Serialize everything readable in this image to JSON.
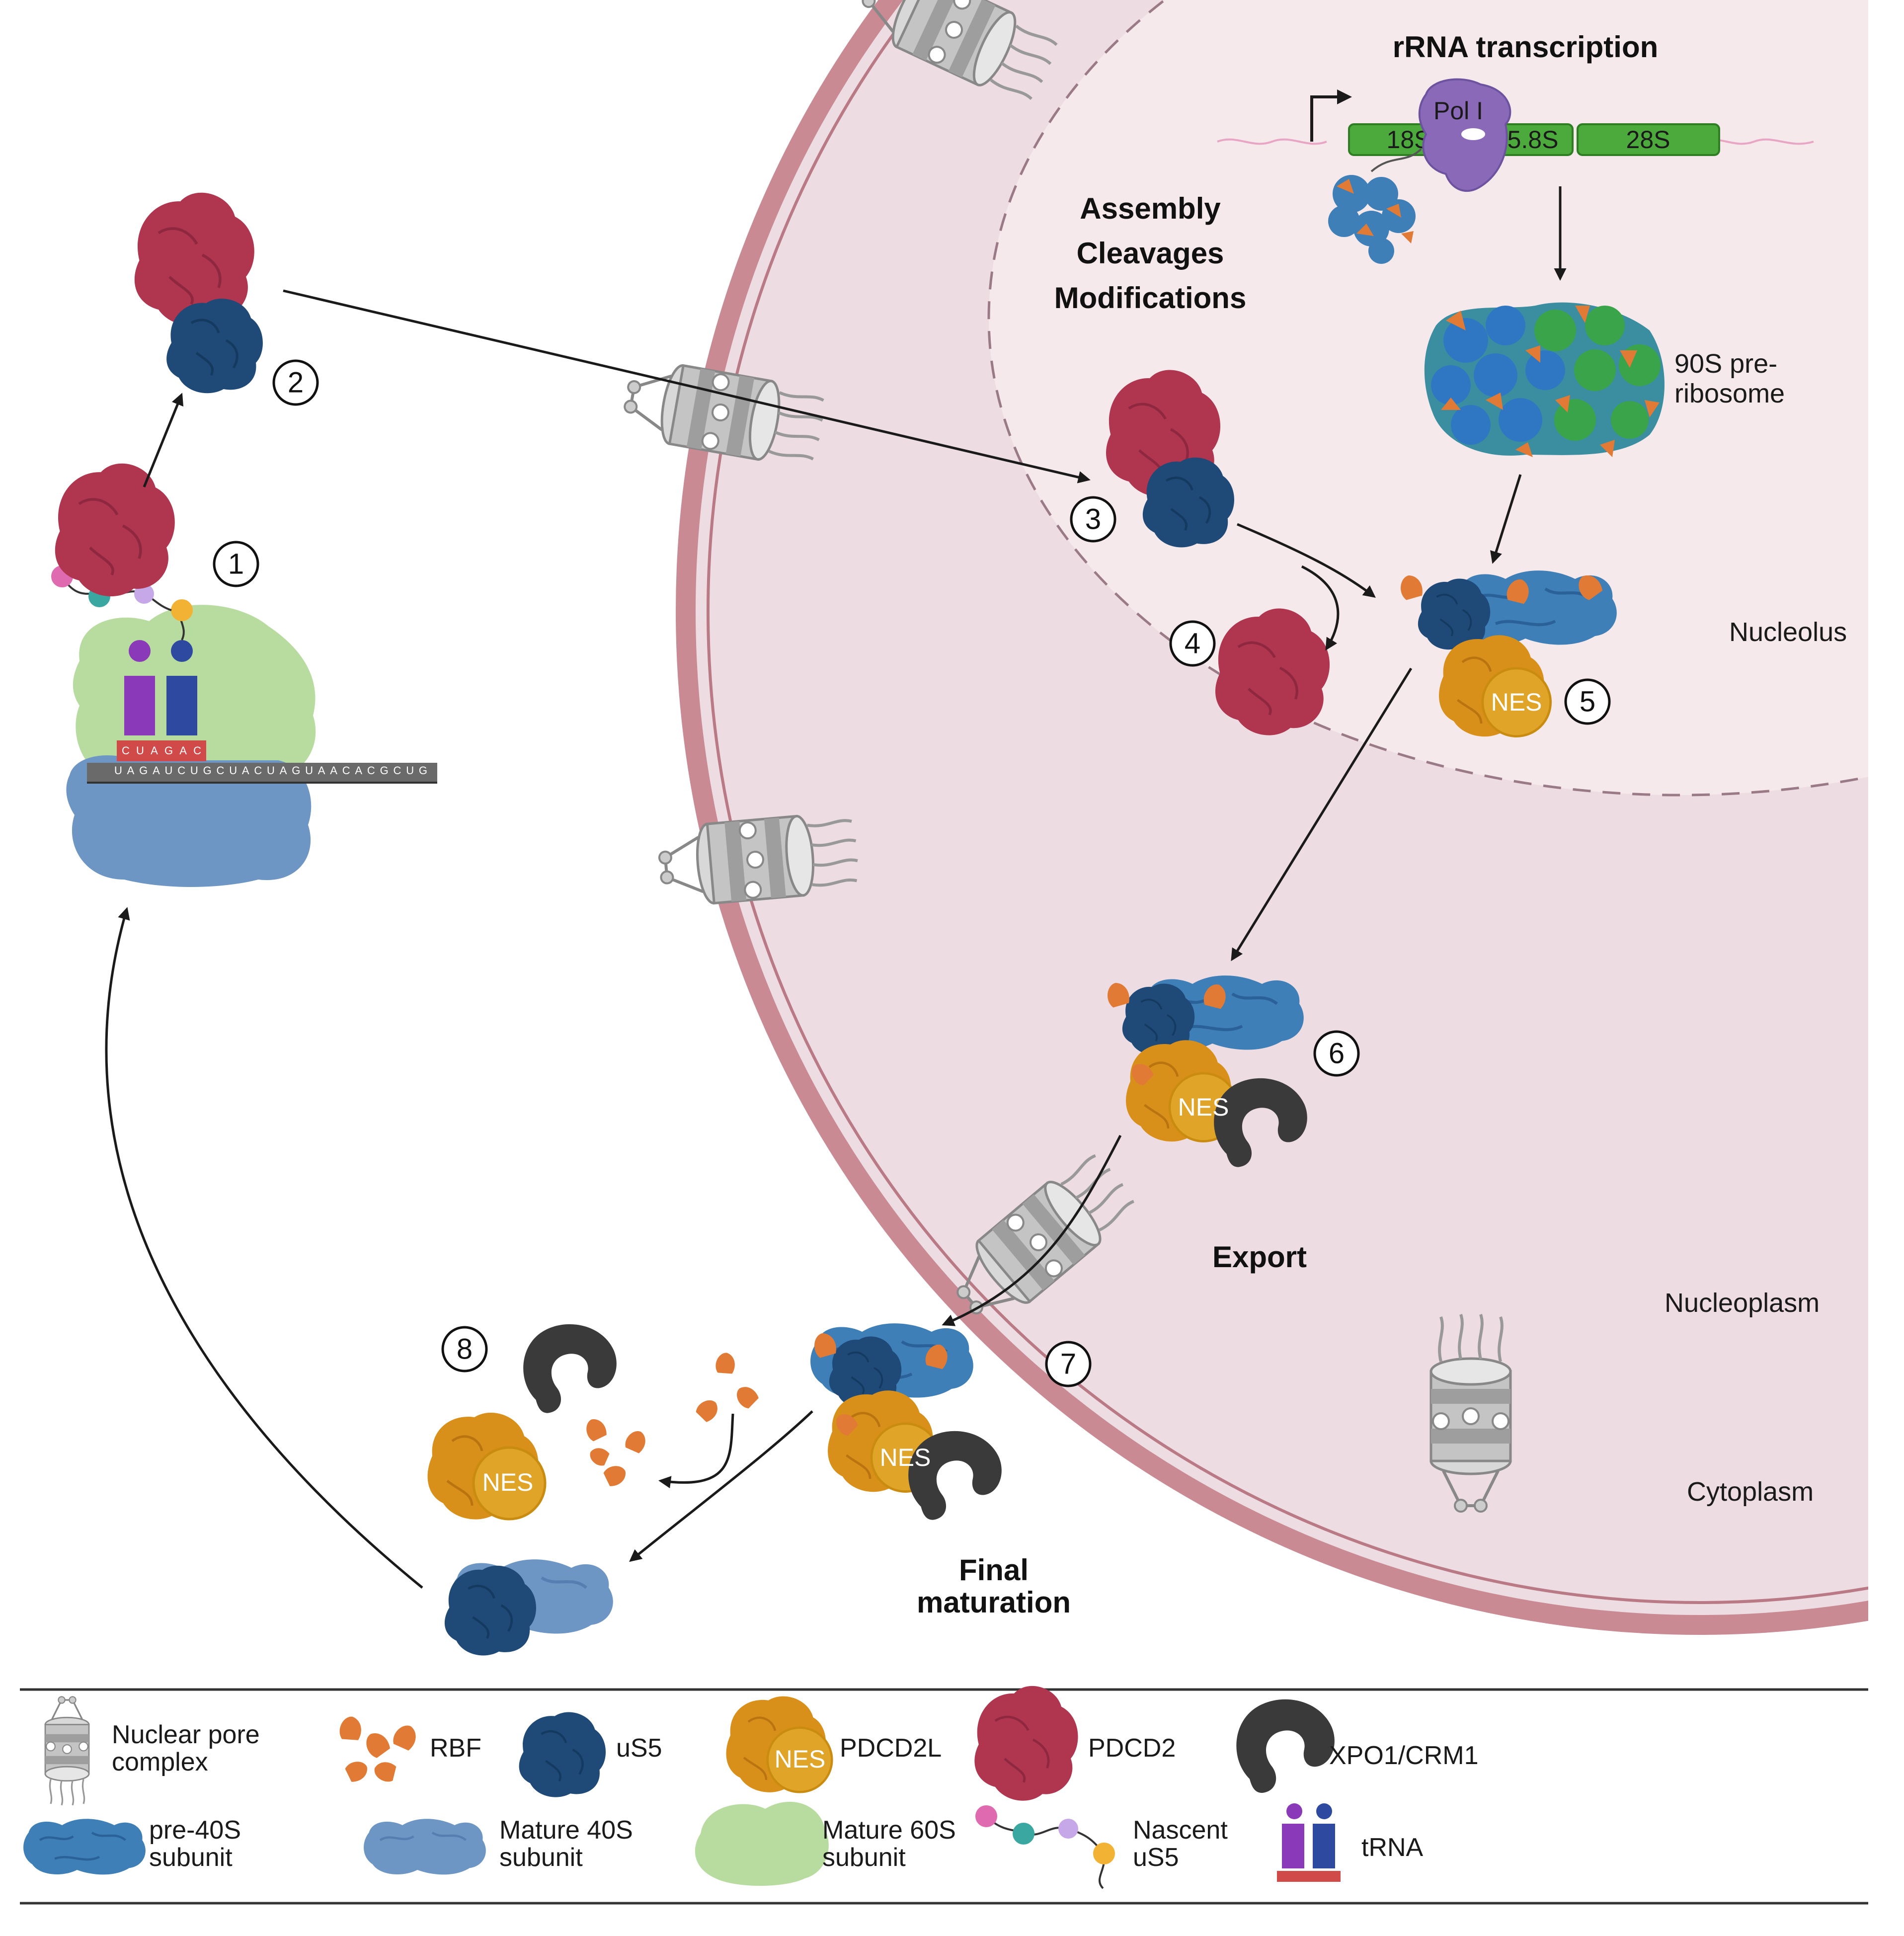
{
  "labels": {
    "rrna_transcription": "rRNA transcription",
    "assembly": "Assembly",
    "cleavages": "Cleavages",
    "modifications": "Modifications",
    "pre90s_line1": "90S pre-",
    "pre90s_line2": "ribosome",
    "nucleolus": "Nucleolus",
    "export": "Export",
    "nucleoplasm": "Nucleoplasm",
    "cytoplasm": "Cytoplasm",
    "final_line1": "Final",
    "final_line2": "maturation",
    "pol1": "Pol I",
    "nes": "NES"
  },
  "genes": [
    "18S",
    "5.8S",
    "28S"
  ],
  "steps": [
    "1",
    "2",
    "3",
    "4",
    "5",
    "6",
    "7",
    "8"
  ],
  "mrna": {
    "codons": "UAGAUCUGCUACUAGUAACACGCUG",
    "anticodons": "CUAGAC"
  },
  "legend": {
    "row1": [
      {
        "icon": "nuclear-pore-icon",
        "line1": "Nuclear pore",
        "line2": "complex"
      },
      {
        "icon": "rbf-icon",
        "line1": "RBF",
        "line2": ""
      },
      {
        "icon": "us5-icon",
        "line1": "uS5",
        "line2": ""
      },
      {
        "icon": "pdcd2l-icon",
        "line1": "PDCD2L",
        "line2": ""
      },
      {
        "icon": "pdcd2-icon",
        "line1": "PDCD2",
        "line2": ""
      },
      {
        "icon": "xpo1-icon",
        "line1": "XPO1/CRM1",
        "line2": ""
      }
    ],
    "row2": [
      {
        "icon": "pre40s-icon",
        "line1": "pre-40S",
        "line2": "subunit"
      },
      {
        "icon": "mature40s-icon",
        "line1": "Mature 40S",
        "line2": "subunit"
      },
      {
        "icon": "mature60s-icon",
        "line1": "Mature 60S",
        "line2": "subunit"
      },
      {
        "icon": "nascent-us5-icon",
        "line1": "Nascent",
        "line2": "uS5"
      },
      {
        "icon": "trna-icon",
        "line1": "tRNA",
        "line2": ""
      }
    ]
  },
  "colors": {
    "pdcd2": "#b0354f",
    "us5": "#1f4a78",
    "pdcd2l": "#d9901a",
    "nes_badge": "#e0a528",
    "rbf": "#e07a35",
    "xpo1": "#3a3a3a",
    "pre40s": "#3f7fb8",
    "mature40s": "#6d96c4",
    "mature60s": "#b8dca0",
    "gene_box": "#4caa3c",
    "pol1": "#8a6ab8",
    "nucleus_fill": "#eddde2",
    "nucleolus_fill": "#f5e9ec",
    "envelope": "#c98a94"
  }
}
